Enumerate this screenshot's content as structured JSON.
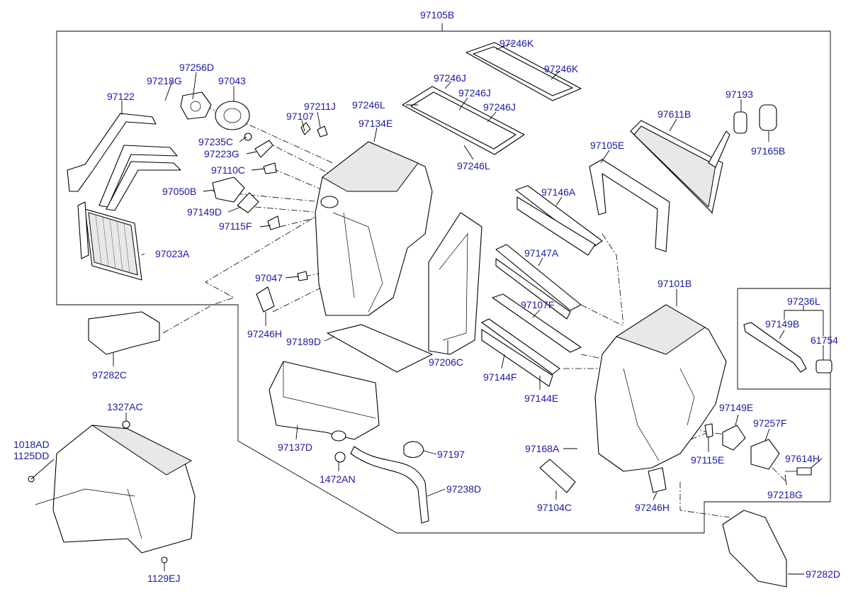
{
  "labels": {
    "p97105B": "97105B",
    "p97246K_a": "97246K",
    "p97246K_b": "97246K",
    "p97256D": "97256D",
    "p97218G_a": "97218G",
    "p97043": "97043",
    "p97246J_a": "97246J",
    "p97246J_b": "97246J",
    "p97246J_c": "97246J",
    "p97246L_a": "97246L",
    "p97246L_b": "97246L",
    "p97122": "97122",
    "p97211J": "97211J",
    "p97107": "97107",
    "p97134E": "97134E",
    "p97193": "97193",
    "p97611B": "97611B",
    "p97165B": "97165B",
    "p97235C": "97235C",
    "p97223G": "97223G",
    "p97105E": "97105E",
    "p97110C": "97110C",
    "p97050B": "97050B",
    "p97146A": "97146A",
    "p97149D": "97149D",
    "p97115F": "97115F",
    "p97023A": "97023A",
    "p97147A": "97147A",
    "p97047": "97047",
    "p97101B": "97101B",
    "p97236L": "97236L",
    "p97107F": "97107F",
    "p97246H_a": "97246H",
    "p97189D": "97189D",
    "p97206C": "97206C",
    "p97149B": "97149B",
    "p61754": "61754",
    "p97144F": "97144F",
    "p97282C": "97282C",
    "p97144E": "97144E",
    "p1327AC": "1327AC",
    "p97149E": "97149E",
    "p97257F": "97257F",
    "p1018AD": "1018AD",
    "p1125DD": "1125DD",
    "p97137D": "97137D",
    "p97197": "97197",
    "p97168A": "97168A",
    "p97115E": "97115E",
    "p97614H": "97614H",
    "p1472AN": "1472AN",
    "p97238D": "97238D",
    "p97104C": "97104C",
    "p97246H_b": "97246H",
    "p97218G_b": "97218G",
    "p1129EJ": "1129EJ",
    "p97282D": "97282D"
  }
}
